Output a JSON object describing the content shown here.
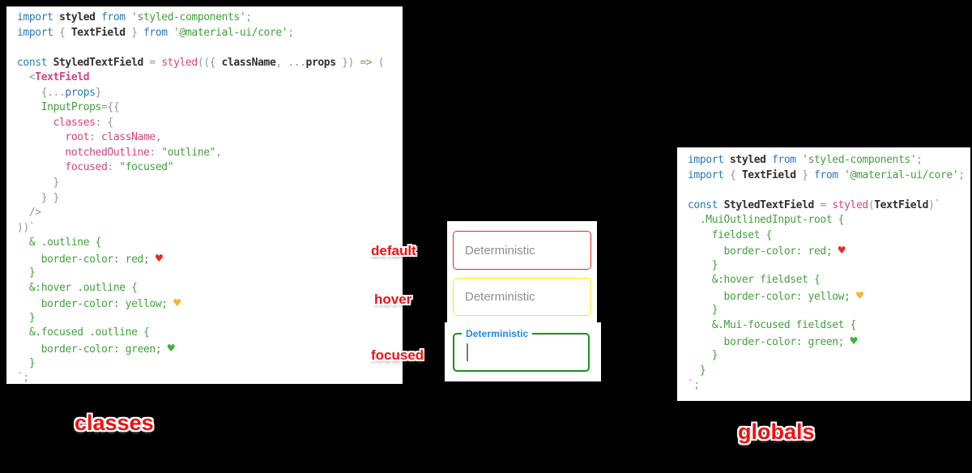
{
  "labels": {
    "default": "default",
    "hover": "hover",
    "focused": "focused",
    "classes": "classes",
    "globals": "globals"
  },
  "fields": {
    "default": {
      "placeholder": "Deterministic",
      "border_color": "#ff1f1f"
    },
    "hover": {
      "placeholder": "Deterministic",
      "border_color": "#fced00"
    },
    "focused": {
      "label": "Deterministic",
      "border_color": "#169616",
      "label_color": "#1e88e5"
    }
  },
  "colors": {
    "background": "#000000",
    "panel": "#ffffff",
    "keyword_blue": "#2979b8",
    "string_green": "#43a13c",
    "pink": "#d0457f",
    "punctuation_gray": "#969696",
    "arrow_brown": "#b5823c",
    "label_red": "#ee1111",
    "placeholder_gray": "#8f8f8f",
    "heart_red": "#e62b2b",
    "heart_yellow": "#f7b52c",
    "heart_green": "#3cb33c"
  },
  "code_left": {
    "lines": [
      [
        {
          "t": "import ",
          "c": "k"
        },
        {
          "t": "styled ",
          "c": "n"
        },
        {
          "t": "from ",
          "c": "k"
        },
        {
          "t": "'styled-components'",
          "c": "s"
        },
        {
          "t": ";",
          "c": "p"
        }
      ],
      [
        {
          "t": "import ",
          "c": "k"
        },
        {
          "t": "{ ",
          "c": "p"
        },
        {
          "t": "TextField",
          "c": "n"
        },
        {
          "t": " } ",
          "c": "p"
        },
        {
          "t": "from ",
          "c": "k"
        },
        {
          "t": "'@material-ui/core'",
          "c": "s"
        },
        {
          "t": ";",
          "c": "p"
        }
      ],
      [],
      [
        {
          "t": "const ",
          "c": "k"
        },
        {
          "t": "StyledTextField",
          "c": "n"
        },
        {
          "t": " = ",
          "c": "p"
        },
        {
          "t": "styled",
          "c": "m"
        },
        {
          "t": "(({ ",
          "c": "p"
        },
        {
          "t": "className",
          "c": "n"
        },
        {
          "t": ", ...",
          "c": "p"
        },
        {
          "t": "props",
          "c": "n"
        },
        {
          "t": " }) ",
          "c": "p"
        },
        {
          "t": "=> ",
          "c": "a"
        },
        {
          "t": "(",
          "c": "p"
        }
      ],
      [
        {
          "t": "  <",
          "c": "p"
        },
        {
          "t": "TextField",
          "c": "mb"
        }
      ],
      [
        {
          "t": "    {...",
          "c": "p"
        },
        {
          "t": "props",
          "c": "k"
        },
        {
          "t": "}",
          "c": "p"
        }
      ],
      [
        {
          "t": "    ",
          "c": "w"
        },
        {
          "t": "InputProps",
          "c": "g"
        },
        {
          "t": "={{",
          "c": "p"
        }
      ],
      [
        {
          "t": "      ",
          "c": "w"
        },
        {
          "t": "classes",
          "c": "m"
        },
        {
          "t": ": {",
          "c": "p"
        }
      ],
      [
        {
          "t": "        ",
          "c": "w"
        },
        {
          "t": "root",
          "c": "m"
        },
        {
          "t": ": ",
          "c": "p"
        },
        {
          "t": "className",
          "c": "m"
        },
        {
          "t": ",",
          "c": "p"
        }
      ],
      [
        {
          "t": "        ",
          "c": "w"
        },
        {
          "t": "notchedOutline",
          "c": "m"
        },
        {
          "t": ": ",
          "c": "p"
        },
        {
          "t": "\"outline\"",
          "c": "s"
        },
        {
          "t": ",",
          "c": "p"
        }
      ],
      [
        {
          "t": "        ",
          "c": "w"
        },
        {
          "t": "focused",
          "c": "m"
        },
        {
          "t": ": ",
          "c": "p"
        },
        {
          "t": "\"focused\"",
          "c": "s"
        }
      ],
      [
        {
          "t": "      }",
          "c": "p"
        }
      ],
      [
        {
          "t": "    } }",
          "c": "p"
        }
      ],
      [
        {
          "t": "  />",
          "c": "p"
        }
      ],
      [
        {
          "t": "))`",
          "c": "p"
        }
      ],
      [
        {
          "t": "  & .outline {",
          "c": "g"
        }
      ],
      [
        {
          "t": "    border-color: red; ",
          "c": "g"
        },
        {
          "t": "♥",
          "c": "hr",
          "i": "red-heart-icon"
        }
      ],
      [
        {
          "t": "  }",
          "c": "g"
        }
      ],
      [
        {
          "t": "  &:hover .outline {",
          "c": "g"
        }
      ],
      [
        {
          "t": "    border-color: yellow; ",
          "c": "g"
        },
        {
          "t": "♥",
          "c": "hy",
          "i": "yellow-heart-icon"
        }
      ],
      [
        {
          "t": "  }",
          "c": "g"
        }
      ],
      [
        {
          "t": "  &.focused .outline {",
          "c": "g"
        }
      ],
      [
        {
          "t": "    border-color: green; ",
          "c": "g"
        },
        {
          "t": "♥",
          "c": "hg",
          "i": "green-heart-icon"
        }
      ],
      [
        {
          "t": "  }",
          "c": "g"
        }
      ],
      [
        {
          "t": "`;",
          "c": "p"
        }
      ]
    ]
  },
  "code_right": {
    "lines": [
      [
        {
          "t": "import ",
          "c": "k"
        },
        {
          "t": "styled ",
          "c": "n"
        },
        {
          "t": "from ",
          "c": "k"
        },
        {
          "t": "'styled-components'",
          "c": "s"
        },
        {
          "t": ";",
          "c": "p"
        }
      ],
      [
        {
          "t": "import ",
          "c": "k"
        },
        {
          "t": "{ ",
          "c": "p"
        },
        {
          "t": "TextField",
          "c": "n"
        },
        {
          "t": " } ",
          "c": "p"
        },
        {
          "t": "from ",
          "c": "k"
        },
        {
          "t": "'@material-ui/core'",
          "c": "s"
        },
        {
          "t": ";",
          "c": "p"
        }
      ],
      [],
      [
        {
          "t": "const ",
          "c": "k"
        },
        {
          "t": "StyledTextField",
          "c": "n"
        },
        {
          "t": " = ",
          "c": "p"
        },
        {
          "t": "styled",
          "c": "m"
        },
        {
          "t": "(",
          "c": "p"
        },
        {
          "t": "TextField",
          "c": "n"
        },
        {
          "t": ")`",
          "c": "p"
        }
      ],
      [
        {
          "t": "  .MuiOutlinedInput-root {",
          "c": "g"
        }
      ],
      [
        {
          "t": "    fieldset {",
          "c": "g"
        }
      ],
      [
        {
          "t": "      border-color: red; ",
          "c": "g"
        },
        {
          "t": "♥",
          "c": "hr",
          "i": "red-heart-icon"
        }
      ],
      [
        {
          "t": "    }",
          "c": "g"
        }
      ],
      [
        {
          "t": "    &:hover fieldset {",
          "c": "g"
        }
      ],
      [
        {
          "t": "      border-color: yellow; ",
          "c": "g"
        },
        {
          "t": "♥",
          "c": "hy",
          "i": "yellow-heart-icon"
        }
      ],
      [
        {
          "t": "    }",
          "c": "g"
        }
      ],
      [
        {
          "t": "    &.Mui-focused fieldset {",
          "c": "g"
        }
      ],
      [
        {
          "t": "      border-color: green; ",
          "c": "g"
        },
        {
          "t": "♥",
          "c": "hg",
          "i": "green-heart-icon"
        }
      ],
      [
        {
          "t": "    }",
          "c": "g"
        }
      ],
      [
        {
          "t": "  }",
          "c": "g"
        }
      ],
      [
        {
          "t": "`;",
          "c": "p"
        }
      ]
    ]
  }
}
